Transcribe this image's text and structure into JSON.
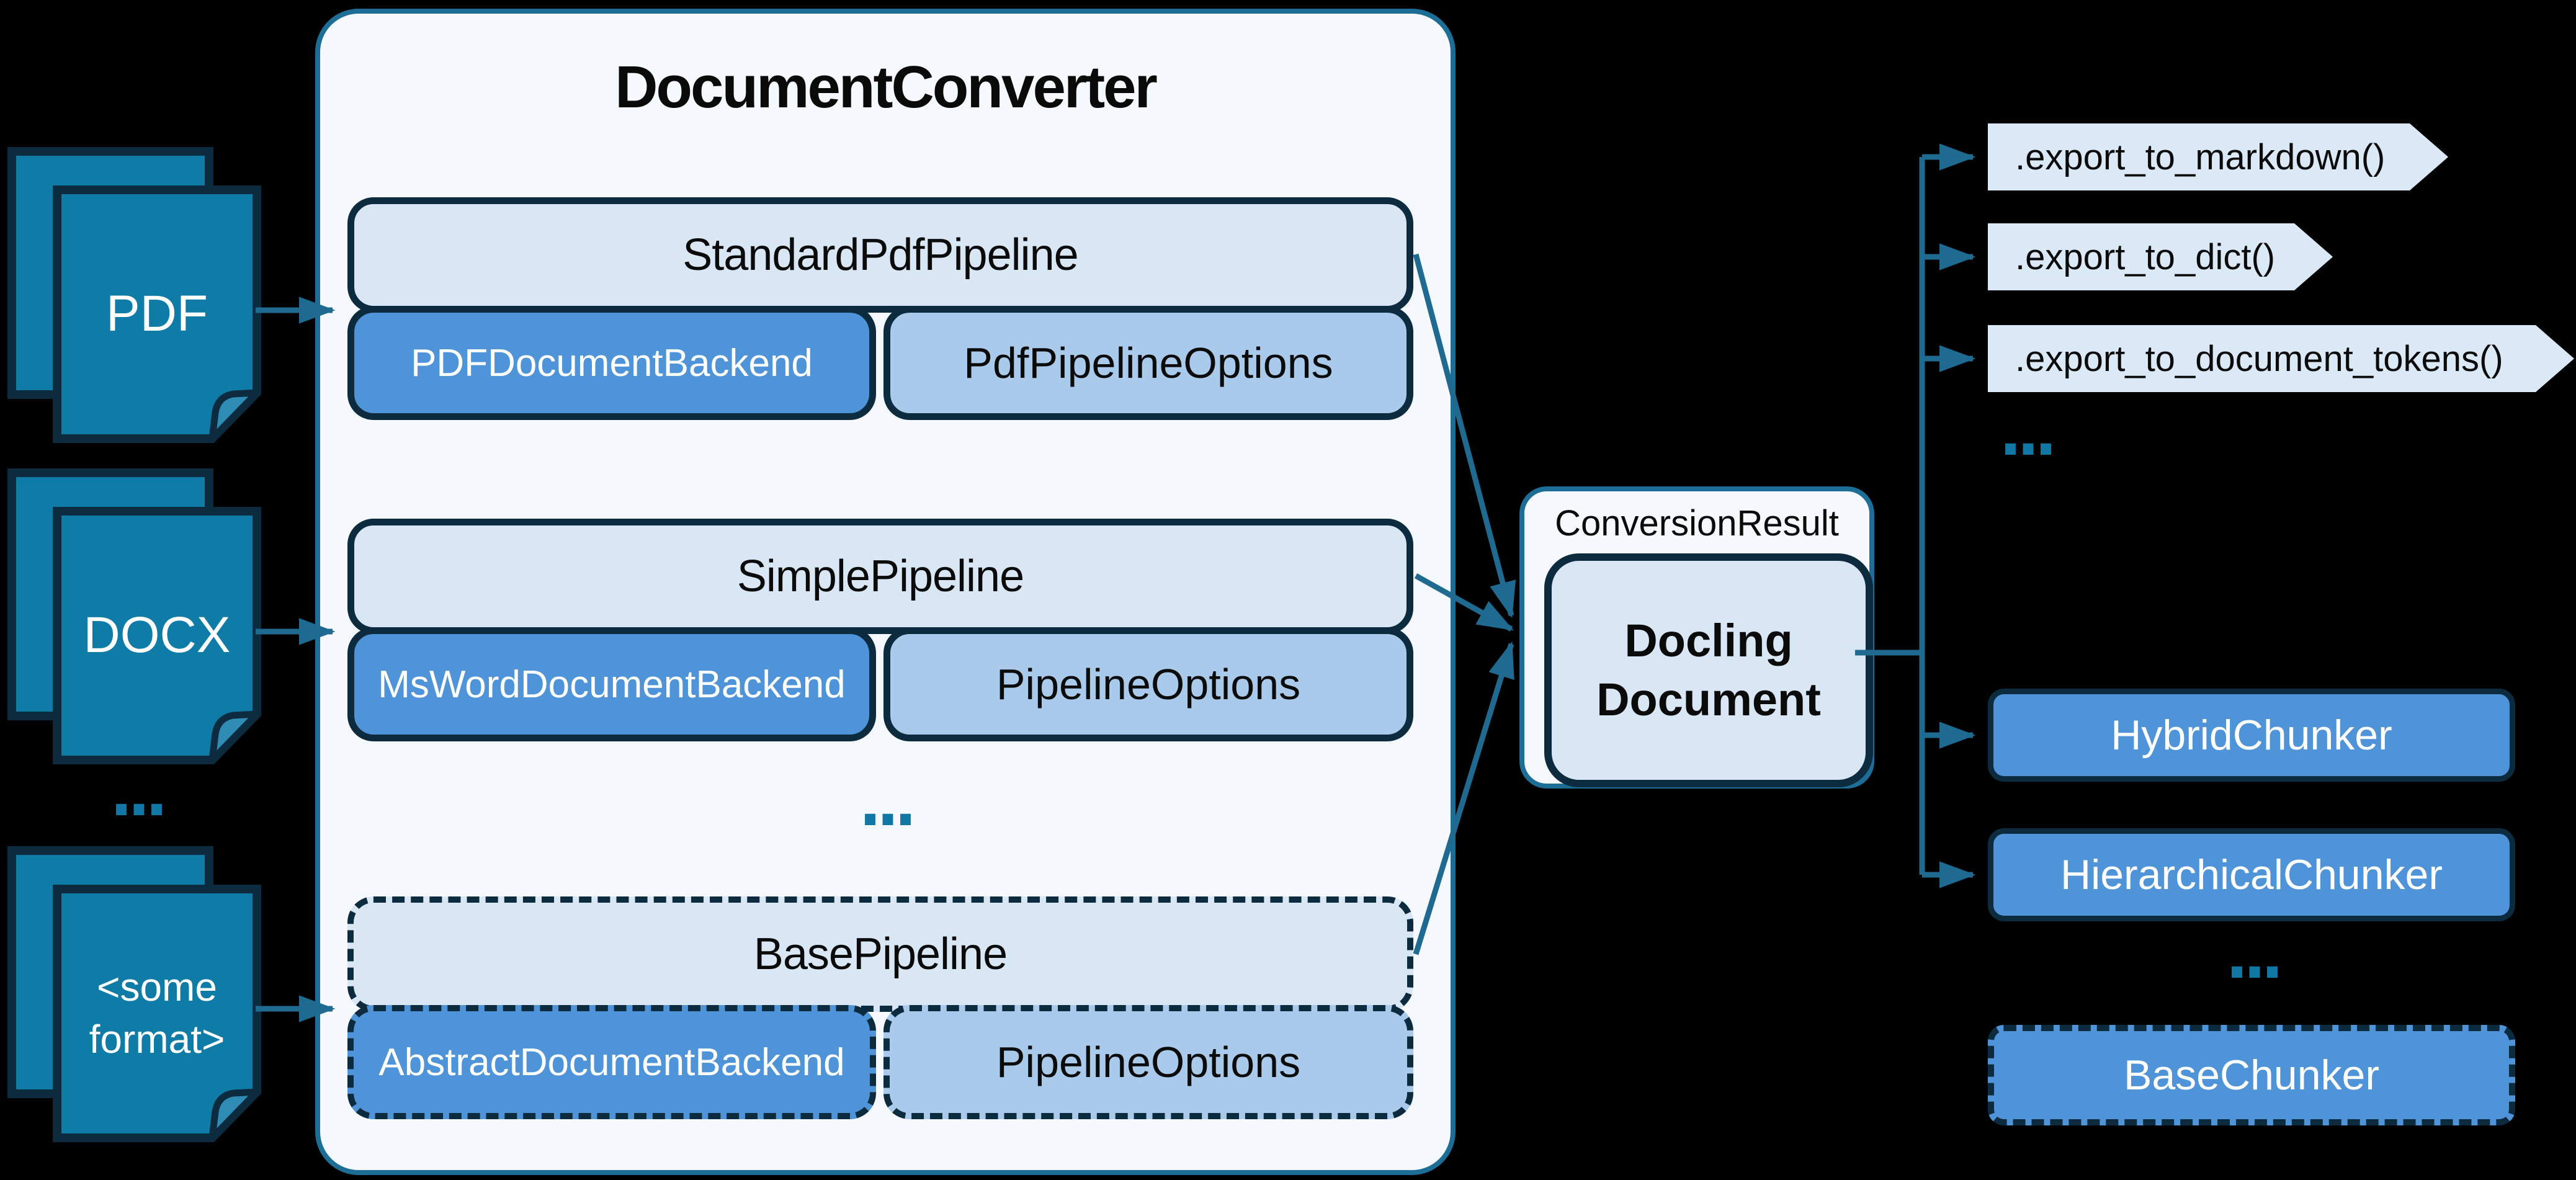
{
  "diagram": {
    "title": "DocumentConverter",
    "inputs": [
      {
        "label": "PDF"
      },
      {
        "label": "DOCX"
      },
      {
        "label": "<some format>"
      }
    ],
    "input_ellipsis": "...",
    "pipelines": [
      {
        "name": "StandardPdfPipeline",
        "backend": "PDFDocumentBackend",
        "options": "PdfPipelineOptions"
      },
      {
        "name": "SimplePipeline",
        "backend": "MsWordDocumentBackend",
        "options": "PipelineOptions"
      },
      {
        "name": "BasePipeline",
        "backend": "AbstractDocumentBackend",
        "options": "PipelineOptions"
      }
    ],
    "pipeline_ellipsis": "...",
    "result": {
      "label": "ConversionResult",
      "document": "Docling Document"
    },
    "exports": [
      {
        "label": ".export_to_markdown()"
      },
      {
        "label": ".export_to_dict()"
      },
      {
        "label": ".export_to_document_tokens()"
      }
    ],
    "export_ellipsis": "...",
    "chunkers": [
      {
        "label": "HybridChunker"
      },
      {
        "label": "HierarchicalChunker"
      }
    ],
    "chunker_ellipsis": "...",
    "base_chunker": {
      "label": "BaseChunker"
    },
    "colors": {
      "background": "#000000",
      "container_fill": "#F5F8FD",
      "container_border": "#1C6E96",
      "box_light_fill": "#D9E7F5",
      "box_medium_fill": "#A9CAEA",
      "box_blue_fill": "#4F94D8",
      "box_border_dark": "#0D2B3E",
      "document_icon_fill": "#0F7CA8",
      "arrow": "#1E6A91",
      "ellipsis_dots": "#1178A6",
      "text_dark": "#0A0A0A",
      "text_light": "#FFFFFF"
    }
  }
}
